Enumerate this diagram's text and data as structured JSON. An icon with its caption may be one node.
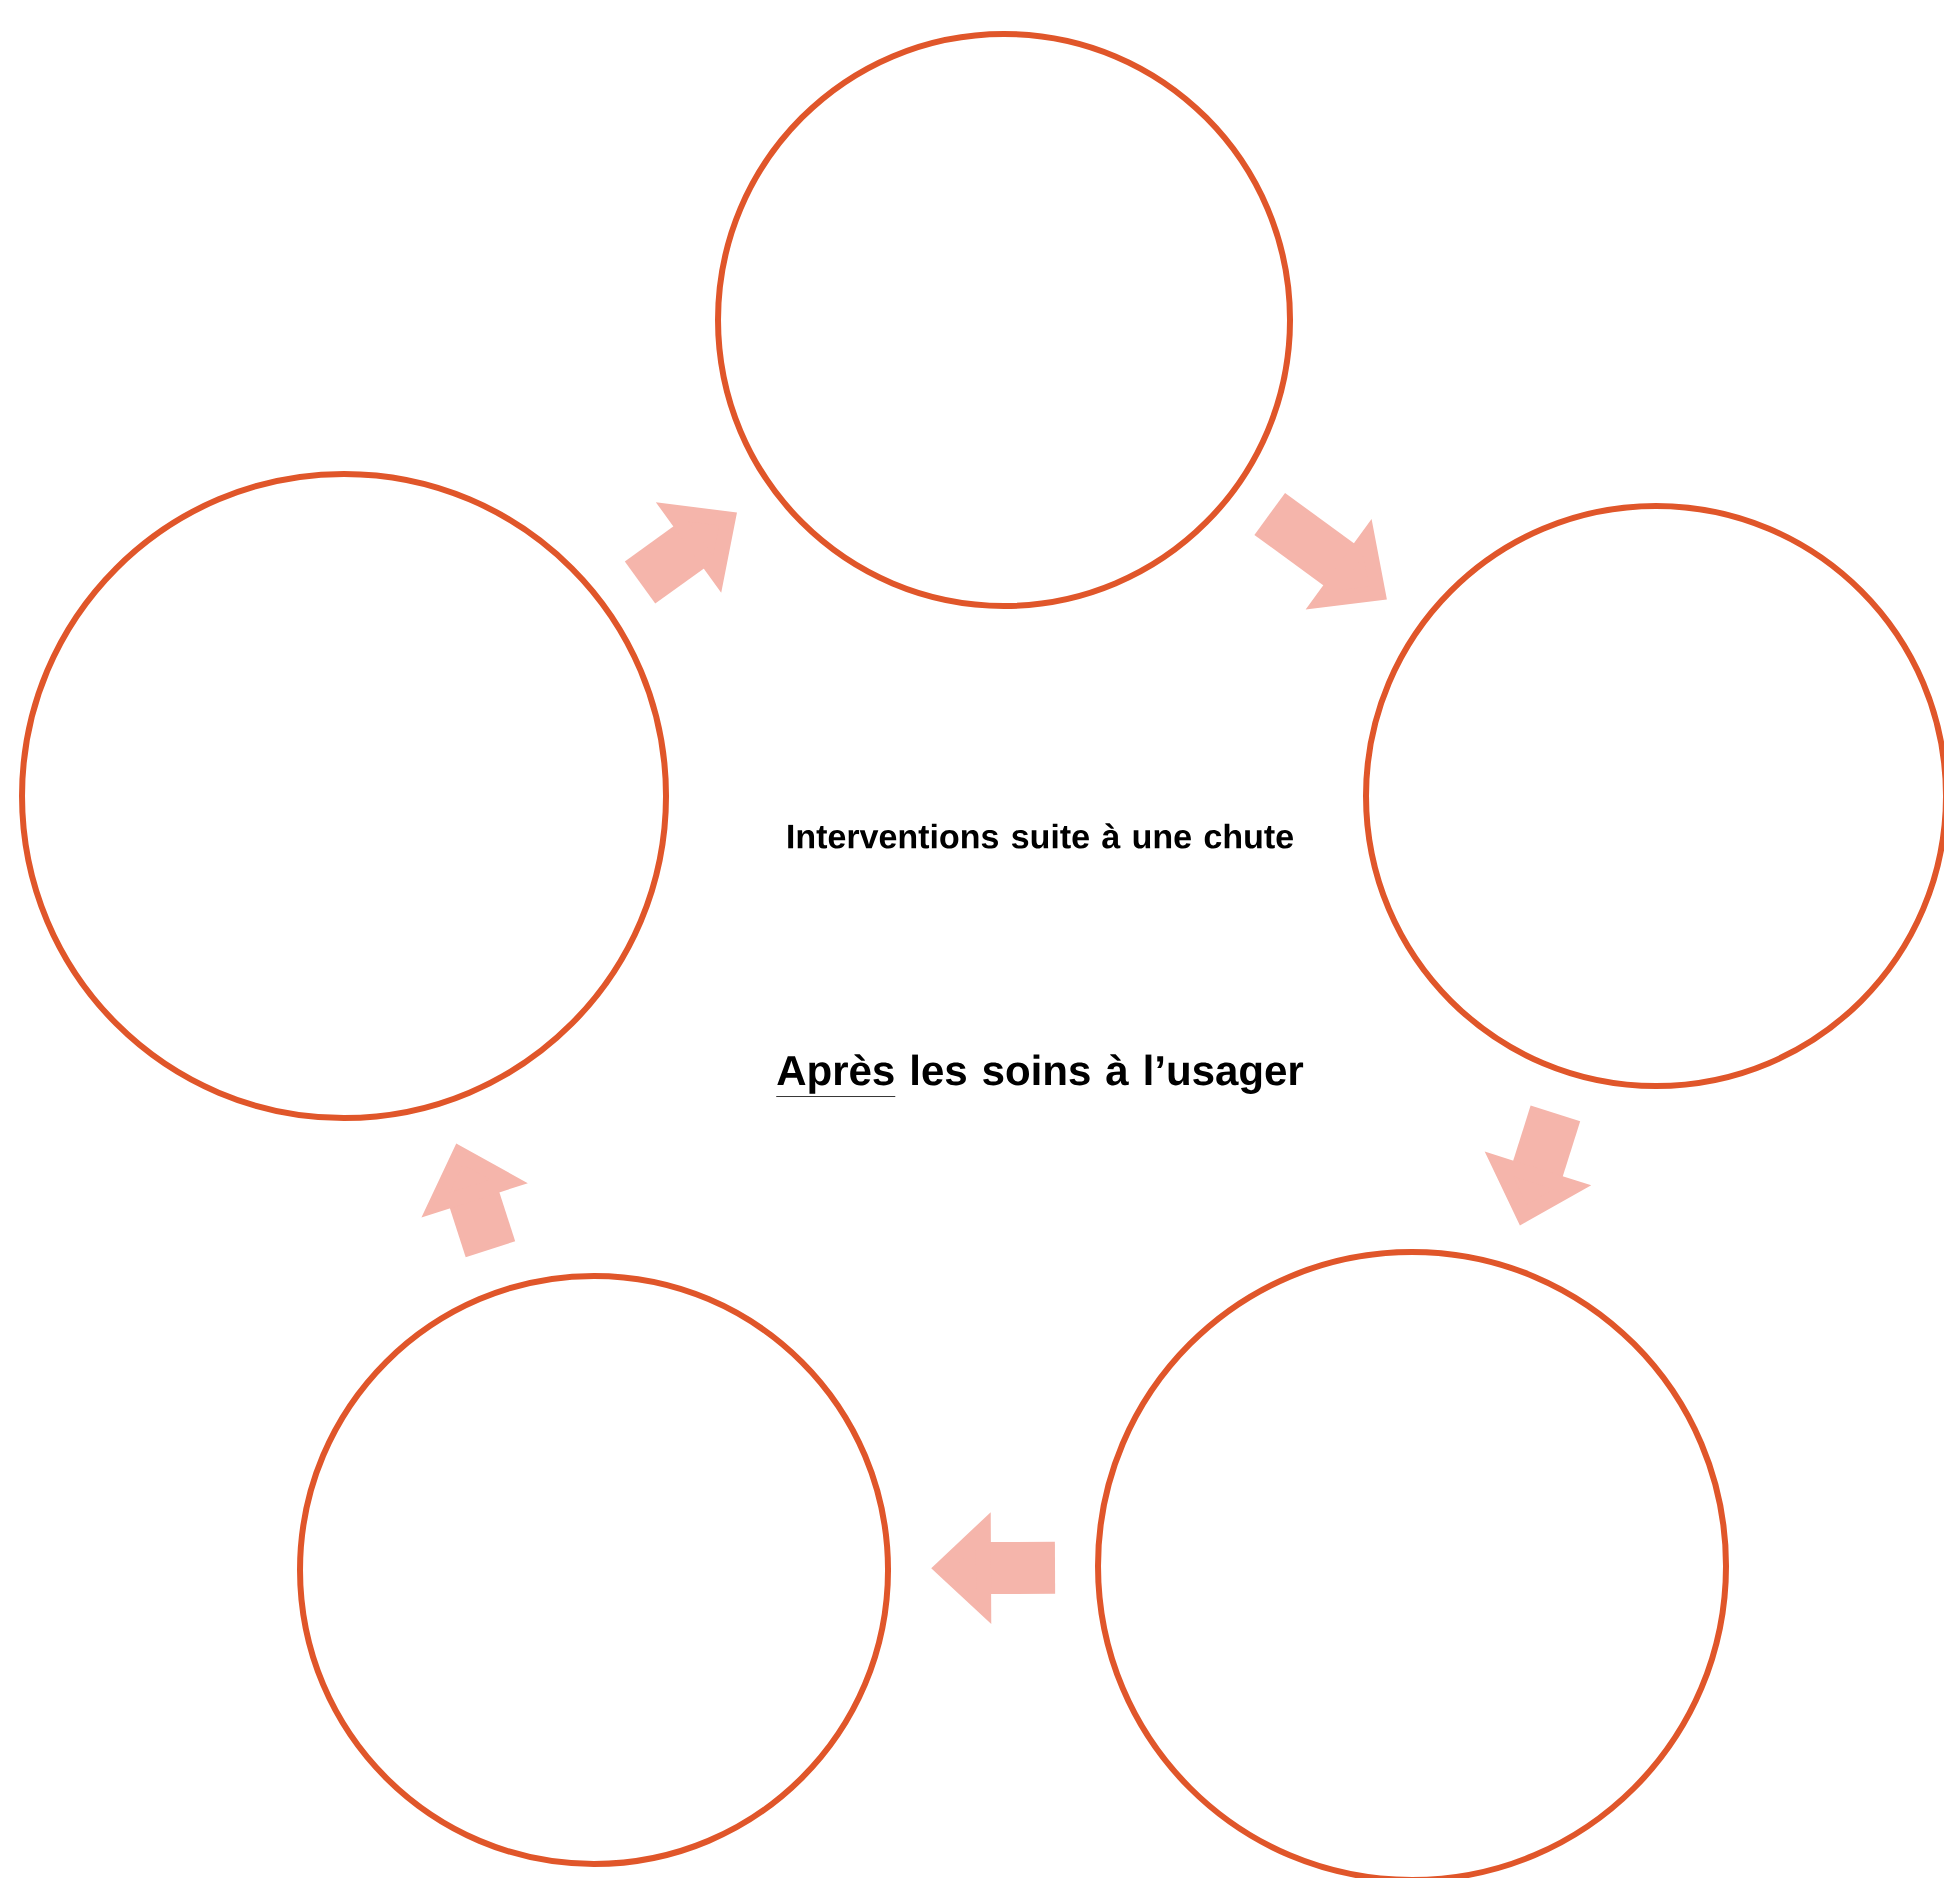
{
  "diagram": {
    "nodes": [
      {
        "text": [],
        "shape": "circle"
      },
      {
        "text": [],
        "shape": "circle"
      },
      {
        "text": [],
        "shape": "circle"
      },
      {
        "text": [],
        "shape": "circle"
      },
      {
        "text": [],
        "shape": "circle"
      }
    ],
    "edges": [
      {
        "from": 1,
        "to": 0,
        "arrow": "to"
      },
      {
        "from": 0,
        "to": 2,
        "arrow": "to"
      },
      {
        "from": 2,
        "to": 4,
        "arrow": "to"
      },
      {
        "from": 4,
        "to": 3,
        "arrow": "to"
      },
      {
        "from": 3,
        "to": 1,
        "arrow": "to"
      }
    ],
    "labels": [
      "Interventions suite à une chute",
      "Après",
      "les soins à l’usager"
    ]
  }
}
